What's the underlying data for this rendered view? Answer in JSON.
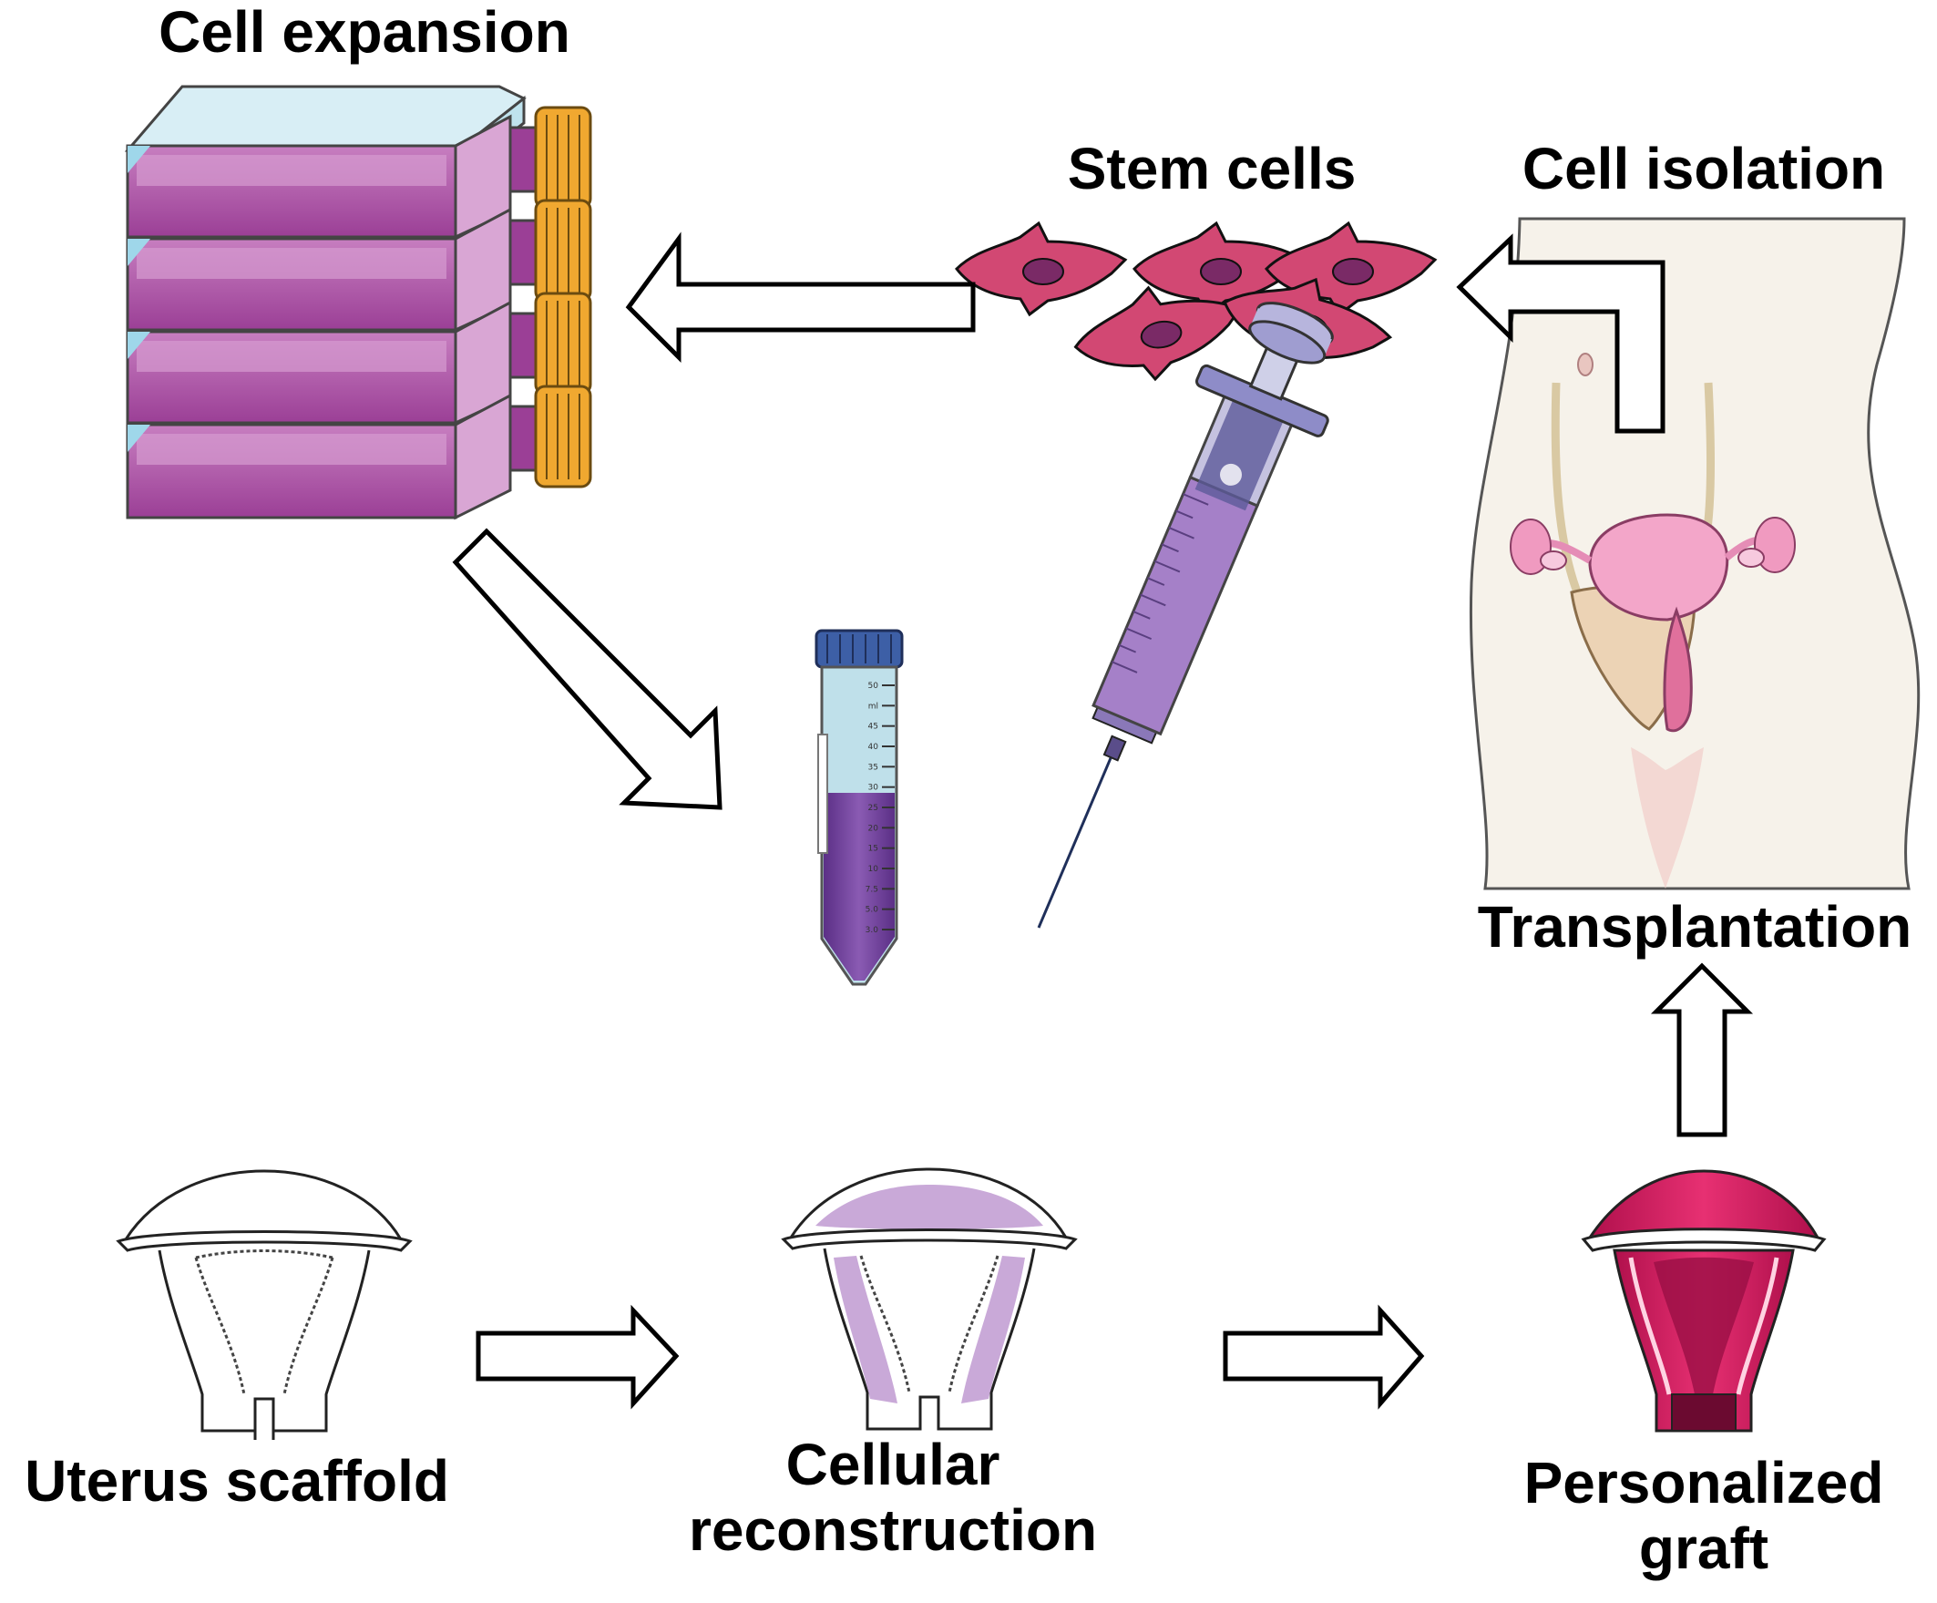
{
  "labels": {
    "cell_expansion": "Cell expansion",
    "stem_cells": "Stem cells",
    "cell_isolation": "Cell isolation",
    "transplantation": "Transplantation",
    "uterus_scaffold": "Uterus scaffold",
    "cellular_reconstruction": [
      "Cellular",
      "reconstruction"
    ],
    "personalized_graft": [
      "Personalized",
      "graft"
    ]
  },
  "tube_scale": [
    "50",
    "ml",
    "45",
    "40",
    "35",
    "30",
    "25",
    "20",
    "15",
    "10",
    "7.5",
    "5.0",
    "3.0"
  ],
  "colors": {
    "flask_purple": "#a84fa3",
    "flask_cap": "#f0a830",
    "stem_cell": "#d24873",
    "tube_liquid": "#6a3a93",
    "syringe_fluid": "#a580c8",
    "scaffold_fill": "#c9a9d8",
    "graft_red": "#d81b5f",
    "body_skin": "#f6f2ea",
    "arrow_fill": "#ffffff",
    "arrow_stroke": "#000000"
  }
}
